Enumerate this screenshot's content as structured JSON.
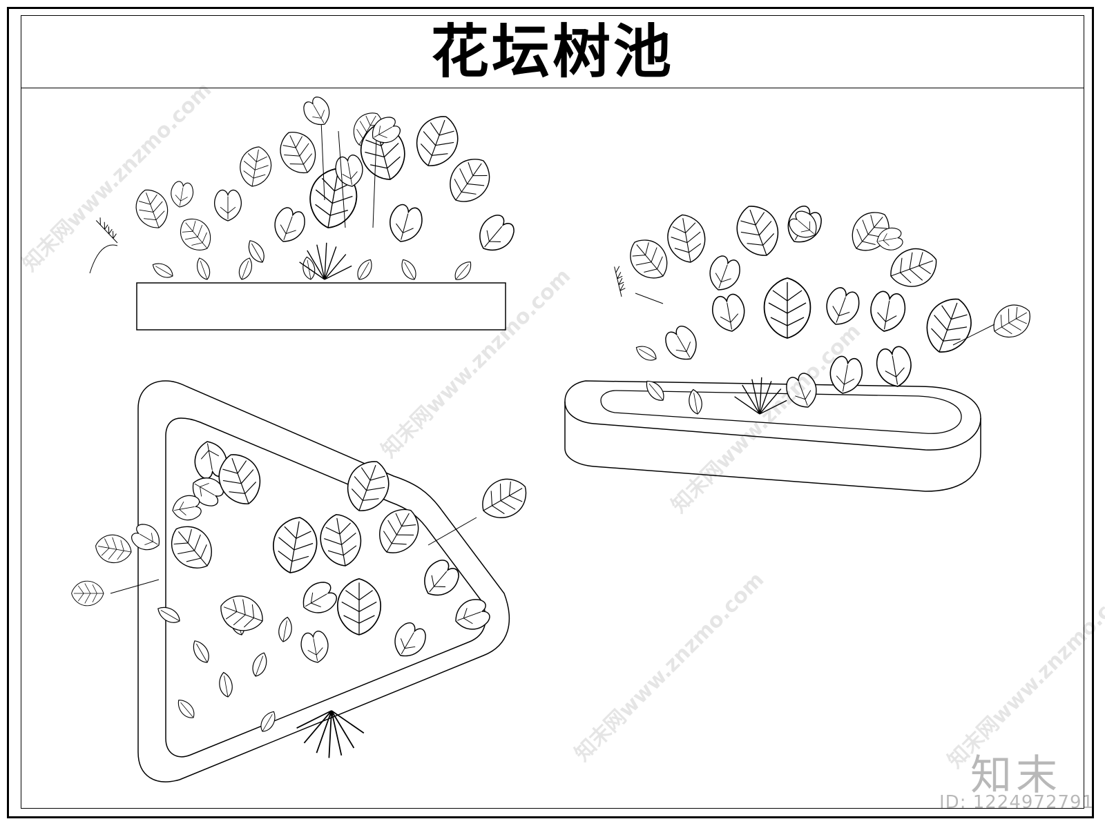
{
  "title": "花坛树池",
  "watermark": {
    "text": "知末网www.znzmo.com",
    "brand": "知末",
    "id_label": "ID: 1224972791"
  },
  "colors": {
    "line": "#000000",
    "background": "#ffffff"
  }
}
